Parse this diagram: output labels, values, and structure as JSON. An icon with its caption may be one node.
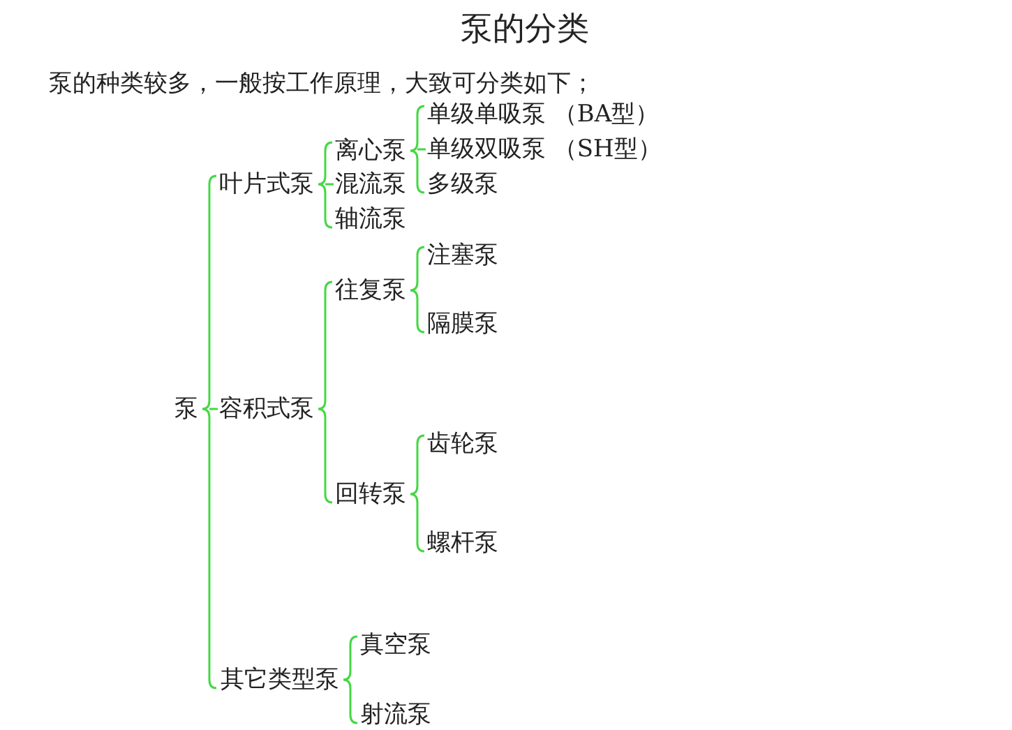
{
  "diagram": {
    "title": "泵的分类",
    "nodes": [
      {
        "text": [
          "泵"
        ]
      },
      {
        "text": [
          "叶片式泵"
        ]
      },
      {
        "text": [
          "离心泵"
        ]
      },
      {
        "text": [
          "单级单吸泵 （BA型）"
        ]
      },
      {
        "text": [
          "单级双吸泵 （SH型）"
        ]
      },
      {
        "text": [
          "多级泵"
        ]
      },
      {
        "text": [
          "混流泵"
        ]
      },
      {
        "text": [
          "轴流泵"
        ]
      },
      {
        "text": [
          "容积式泵"
        ]
      },
      {
        "text": [
          "往复泵"
        ]
      },
      {
        "text": [
          "注塞泵"
        ]
      },
      {
        "text": [
          "隔膜泵"
        ]
      },
      {
        "text": [
          "回转泵"
        ]
      },
      {
        "text": [
          "齿轮泵"
        ]
      },
      {
        "text": [
          "螺杆泵"
        ]
      },
      {
        "text": [
          "其它类型泵"
        ]
      },
      {
        "text": [
          "真空泵"
        ]
      },
      {
        "text": [
          "射流泵"
        ]
      }
    ],
    "edges": [
      {
        "from": 0,
        "to": 1,
        "arrow": "none"
      },
      {
        "from": 0,
        "to": 8,
        "arrow": "none"
      },
      {
        "from": 0,
        "to": 15,
        "arrow": "none"
      },
      {
        "from": 1,
        "to": 2,
        "arrow": "none"
      },
      {
        "from": 1,
        "to": 6,
        "arrow": "none"
      },
      {
        "from": 1,
        "to": 7,
        "arrow": "none"
      },
      {
        "from": 2,
        "to": 3,
        "arrow": "none"
      },
      {
        "from": 2,
        "to": 4,
        "arrow": "none"
      },
      {
        "from": 2,
        "to": 5,
        "arrow": "none"
      },
      {
        "from": 8,
        "to": 9,
        "arrow": "none"
      },
      {
        "from": 8,
        "to": 12,
        "arrow": "none"
      },
      {
        "from": 9,
        "to": 10,
        "arrow": "none"
      },
      {
        "from": 9,
        "to": 11,
        "arrow": "none"
      },
      {
        "from": 12,
        "to": 13,
        "arrow": "none"
      },
      {
        "from": 12,
        "to": 14,
        "arrow": "none"
      },
      {
        "from": 15,
        "to": 16,
        "arrow": "none"
      },
      {
        "from": 15,
        "to": 17,
        "arrow": "none"
      }
    ],
    "labels": [
      "泵的种类较多，一般按工作原理，大致可分类如下；"
    ]
  }
}
